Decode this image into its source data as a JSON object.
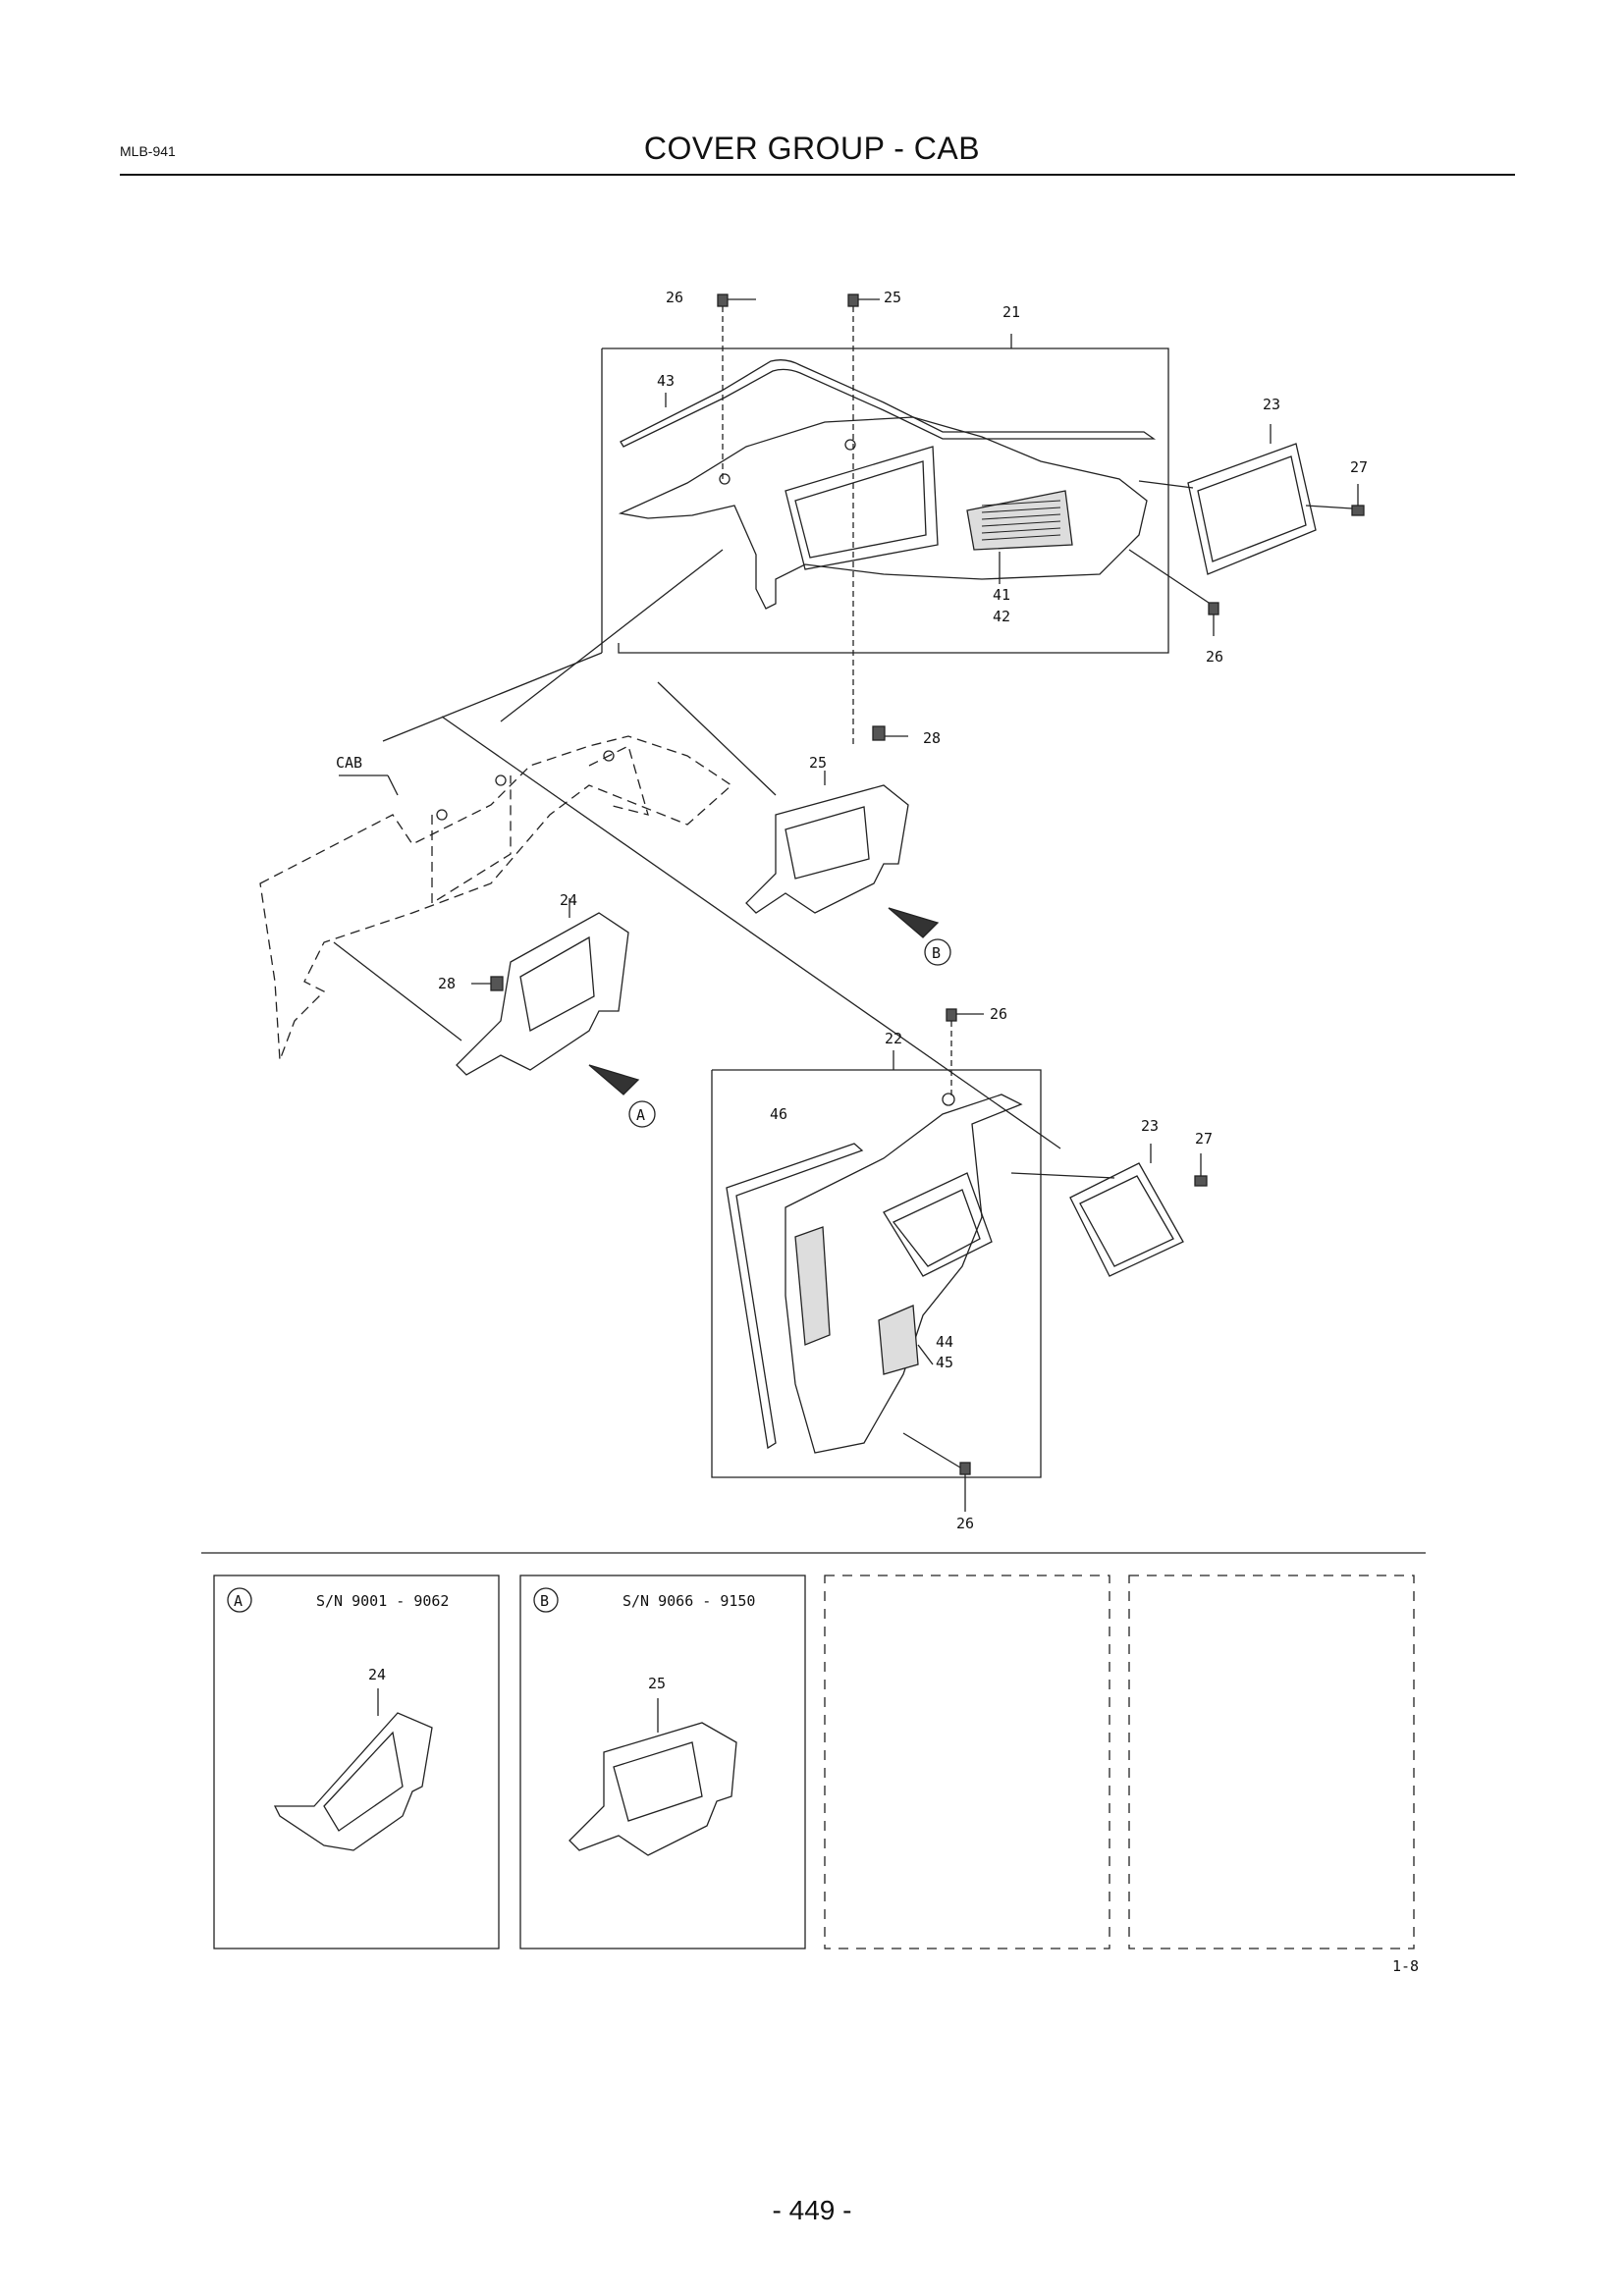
{
  "header": {
    "doc_code": "MLB-941",
    "title": "COVER GROUP - CAB"
  },
  "callouts": {
    "c26a": "26",
    "c25a": "25",
    "c21": "21",
    "c43": "43",
    "c23a": "23",
    "c27a": "27",
    "c41": "41",
    "c42": "42",
    "c26b": "26",
    "c28a": "28",
    "c25b": "25",
    "cab": "CAB",
    "c24": "24",
    "c28b": "28",
    "c26c": "26",
    "c22": "22",
    "c46": "46",
    "c23b": "23",
    "c27b": "27",
    "c44": "44",
    "c45": "45",
    "c26d": "26",
    "markA": "A",
    "markB": "B"
  },
  "variants": [
    {
      "marker": "A",
      "serial": "S/N 9001 - 9062",
      "part": "24"
    },
    {
      "marker": "B",
      "serial": "S/N 9066 - 9150",
      "part": "25"
    }
  ],
  "figure_code": "1-8",
  "page_number": "- 449 -"
}
